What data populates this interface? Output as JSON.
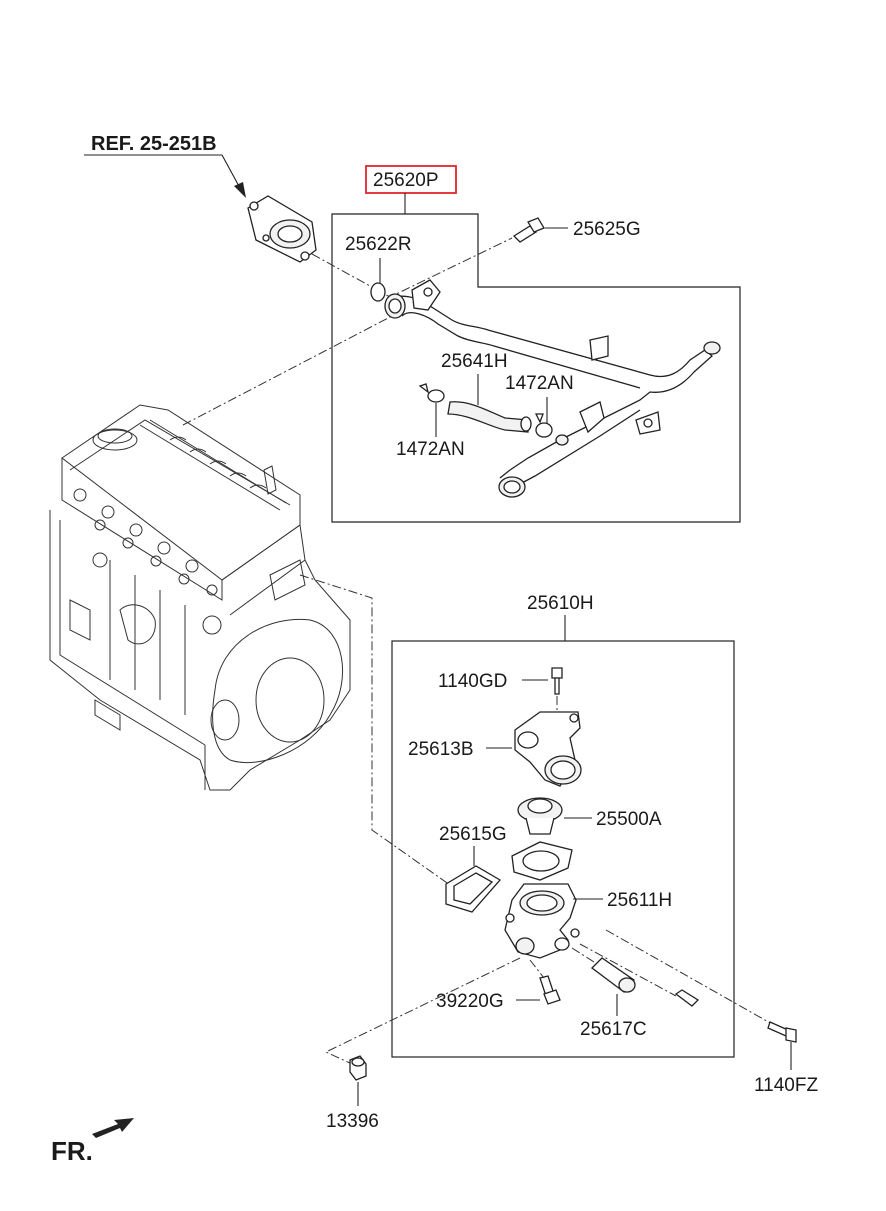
{
  "labels": {
    "ref": "REF. 25-251B",
    "assy_pipe": "25620P",
    "bolt_upper": "25625G",
    "o_ring": "25622R",
    "hose": "25641H",
    "clamp_right": "1472AN",
    "clamp_left": "1472AN",
    "assy_housing": "25610H",
    "bolt_flange": "1140GD",
    "fitting": "25613B",
    "thermostat": "25500A",
    "gasket_left": "25615G",
    "housing": "25611H",
    "sensor": "39220G",
    "pipe_short": "25617C",
    "nut": "13396",
    "bolt_lower": "1140FZ",
    "front": "FR."
  },
  "colors": {
    "highlight_box": "#e0262b",
    "line": "#222222"
  }
}
